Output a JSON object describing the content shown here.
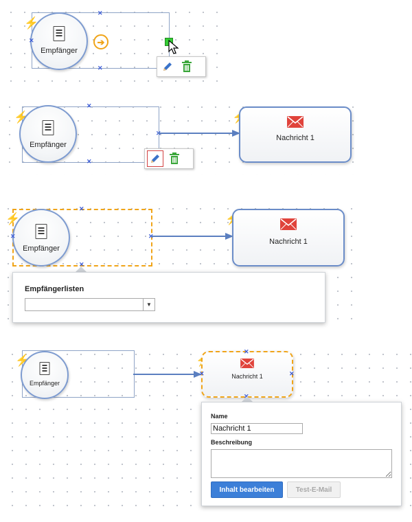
{
  "panel1": {
    "recipient_label": "Empfänger"
  },
  "panel2": {
    "recipient_label": "Empfänger",
    "message_label": "Nachricht 1"
  },
  "panel3": {
    "recipient_label": "Empfänger",
    "message_label": "Nachricht 1",
    "popup": {
      "lists_label": "Empfängerlisten",
      "lists_selected": ""
    }
  },
  "panel4": {
    "recipient_label": "Empfänger",
    "message_label": "Nachricht 1",
    "popup": {
      "name_label": "Name",
      "name_value": "Nachricht 1",
      "description_label": "Beschreibung",
      "description_value": "",
      "edit_content_button": "Inhalt bearbeiten",
      "test_email_button": "Test-E-Mail"
    }
  },
  "colors": {
    "trigger": "#f5b11b",
    "node_border": "#7d9bd0",
    "edge": "#5b7fc0",
    "selection": "#f0a418",
    "mail": "#e0433b",
    "delete": "#3aa63a",
    "primary_button": "#3c7fd8"
  },
  "icons": [
    "bolt-icon",
    "document-list-icon",
    "mail-icon",
    "pencil-icon",
    "trash-icon",
    "arrow-right-circle-icon",
    "cursor-icon"
  ]
}
